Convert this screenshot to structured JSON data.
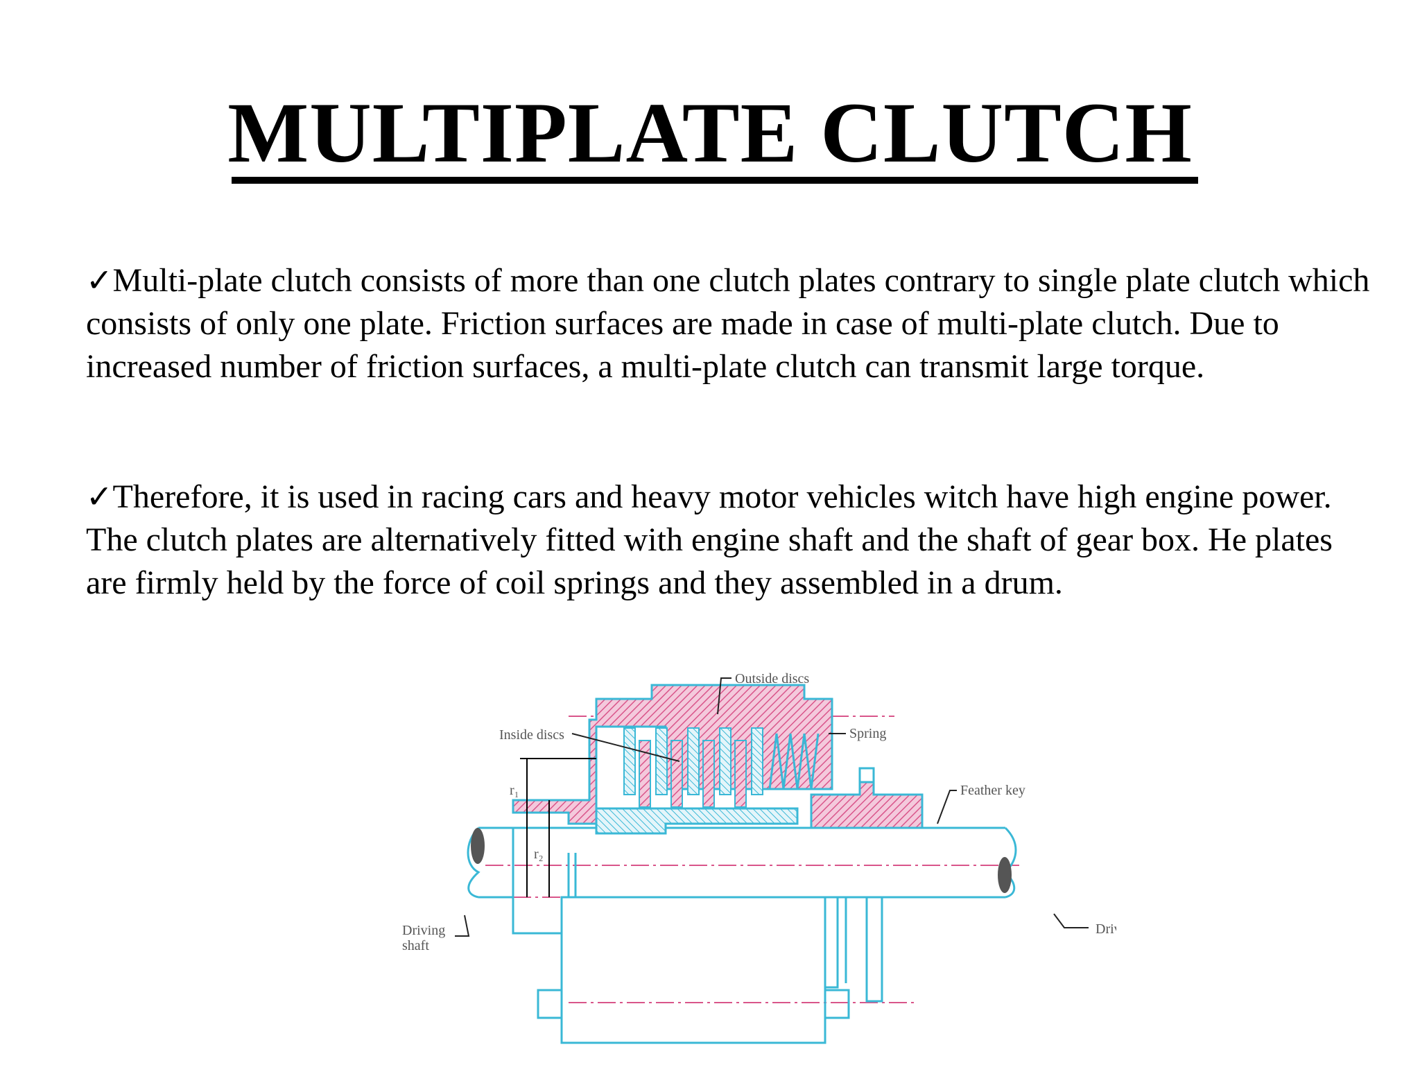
{
  "slide": {
    "title": "MULTIPLATE CLUTCH",
    "paragraphs": [
      {
        "bullet": "✓",
        "text": "Multi-plate clutch consists of more than one clutch plates contrary to single plate clutch which consists of only one plate. Friction surfaces are made in case of multi-plate clutch. Due to increased number of friction surfaces, a multi-plate clutch can transmit large torque."
      },
      {
        "bullet": "✓",
        "text": "Therefore, it is used in racing cars and heavy motor vehicles witch have high engine power. The clutch plates are alternatively fitted with engine shaft and the shaft of gear box. He plates are firmly held by the force of coil springs and they assembled in a drum."
      }
    ]
  },
  "diagram": {
    "labels": {
      "outside_discs": "Outside discs",
      "inside_discs": "Inside discs",
      "spring": "Spring",
      "feather_key": "Feather key",
      "driving_shaft_1": "Driving",
      "driving_shaft_2": "shaft",
      "driven_shaft": "Driven shaft",
      "r1": "r₁",
      "r2": "r₂"
    },
    "colors": {
      "line": "#3ab8d6",
      "hatch": "#d9558a",
      "centerline": "#d9558a"
    }
  }
}
